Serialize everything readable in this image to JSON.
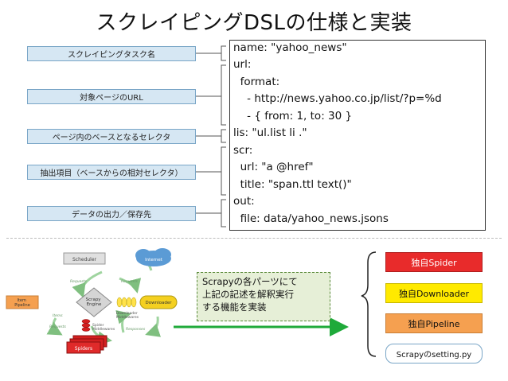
{
  "title": "スクレイピングDSLの仕様と実装",
  "labels": [
    "スクレイピングタスク名",
    "対象ページのURL",
    "ページ内のベースとなるセレクタ",
    "抽出項目（ベースからの相対セレクタ）",
    "データの出力／保存先"
  ],
  "code_lines": [
    "name: \"yahoo_news\"",
    "url:",
    "  format:",
    "    - http://news.yahoo.co.jp/list/?p=%d",
    "    - { from: 1, to: 30 }",
    "lis: \"ul.list li .\"",
    "scr:",
    "  url: \"a @href\"",
    "  title: \"span.ttl text()\"",
    "out:",
    "  file: data/yahoo_news.jsons"
  ],
  "architecture": {
    "scheduler": "Scheduler",
    "internet": "Internet",
    "item_pipeline": "Item\nPipeline",
    "engine": "Scrapy\nEngine",
    "downloader": "Downloader",
    "downloader_middlewares": "Downloader\nMiddlewares",
    "spider_middlewares": "Spider\nMiddlewares",
    "spiders": "Spiders",
    "requests_top": "Requests",
    "requests_bottom": "Requests",
    "responses": "Responses",
    "items": "Items"
  },
  "note": "Scrapyの各パーツにて\n上記の記述を解釈実行\nする機能を実装",
  "components": {
    "spider": "独自Spider",
    "downloader": "独自Downloader",
    "pipeline": "独自Pipeline",
    "setting": "Scrapyのsetting.py"
  },
  "colors": {
    "label_fill": "#d6e7f3",
    "arrow_green": "#1faa3a",
    "spider_red": "#e82b2b",
    "downloader_yellow": "#ffea00",
    "pipeline_orange": "#f5a050"
  }
}
